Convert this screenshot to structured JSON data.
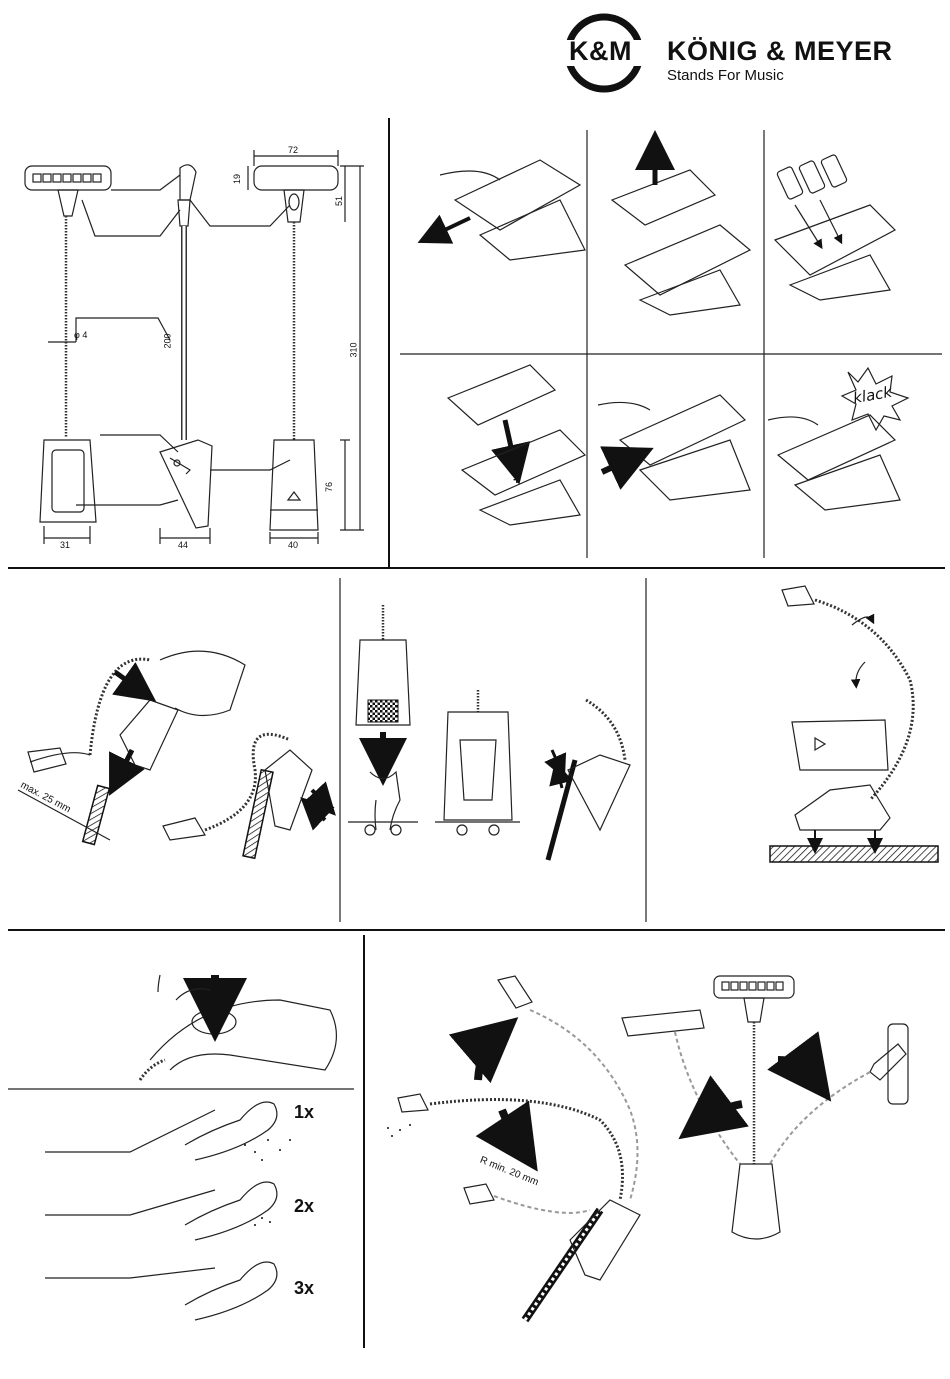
{
  "header": {
    "logo_text": "K&M",
    "brand_name": "KÖNIG & MEYER",
    "tagline": "Stands For Music"
  },
  "dimensions": {
    "width_head": "72",
    "head_height": "19",
    "neck_height": "51",
    "total_height": "310",
    "gooseneck_length": "200",
    "diameter": "φ 4",
    "base_height": "76",
    "base_width_front": "31",
    "base_width_side": "44",
    "base_width_back": "40"
  },
  "battery_steps": {
    "klack_label": "klack",
    "plus_sign": "+"
  },
  "clamp": {
    "max_label": "max. 25 mm"
  },
  "switch": {
    "press_1": "1x",
    "press_2": "2x",
    "press_3": "3x"
  },
  "bending": {
    "radius_label": "R min. 20 mm"
  }
}
